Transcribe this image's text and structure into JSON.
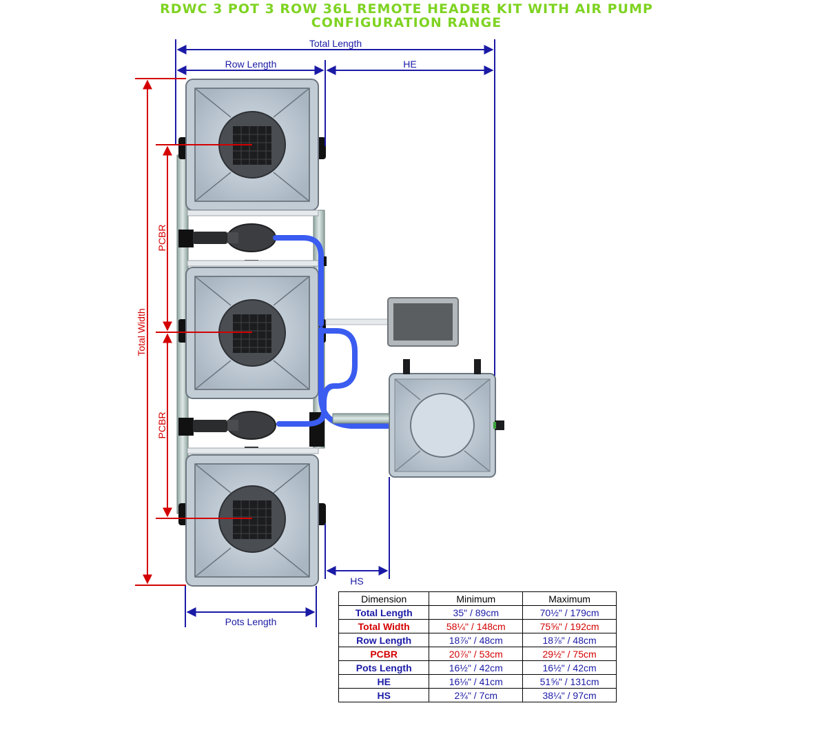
{
  "title": {
    "line1": "RDWC 3 POT 3 ROW 36L REMOTE HEADER KIT WITH AIR PUMP",
    "line2": "CONFIGURATION RANGE"
  },
  "dimension_labels": {
    "total_length": "Total Length",
    "row_length": "Row Length",
    "he": "HE",
    "total_width": "Total Width",
    "pcbr_upper": "PCBR",
    "pcbr_lower": "PCBR",
    "hs": "HS",
    "pots_length": "Pots Length"
  },
  "colors": {
    "title_green": "#7ed321",
    "dimension_blue": "#1a1aa6",
    "dimension_red": "#d40000",
    "hose_blue": "#3a5cf0",
    "tank_grey": "#c9d3dc"
  },
  "table": {
    "headers": [
      "Dimension",
      "Minimum",
      "Maximum"
    ],
    "rows": [
      {
        "dimension": "Total Length",
        "minimum": "35\" / 89cm",
        "maximum": "70½\" / 179cm",
        "color": "blue"
      },
      {
        "dimension": "Total Width",
        "minimum": "58¼\" / 148cm",
        "maximum": "75⅝\" / 192cm",
        "color": "red"
      },
      {
        "dimension": "Row Length",
        "minimum": "18⅞\" / 48cm",
        "maximum": "18⅞\" / 48cm",
        "color": "blue"
      },
      {
        "dimension": "PCBR",
        "minimum": "20⅞\" / 53cm",
        "maximum": "29½\" / 75cm",
        "color": "red"
      },
      {
        "dimension": "Pots Length",
        "minimum": "16½\" / 42cm",
        "maximum": "16½\" / 42cm",
        "color": "blue"
      },
      {
        "dimension": "HE",
        "minimum": "16⅛\" / 41cm",
        "maximum": "51⅝\" / 131cm",
        "color": "blue"
      },
      {
        "dimension": "HS",
        "minimum": "2¾\" / 7cm",
        "maximum": "38¼\" / 97cm",
        "color": "blue"
      }
    ]
  }
}
